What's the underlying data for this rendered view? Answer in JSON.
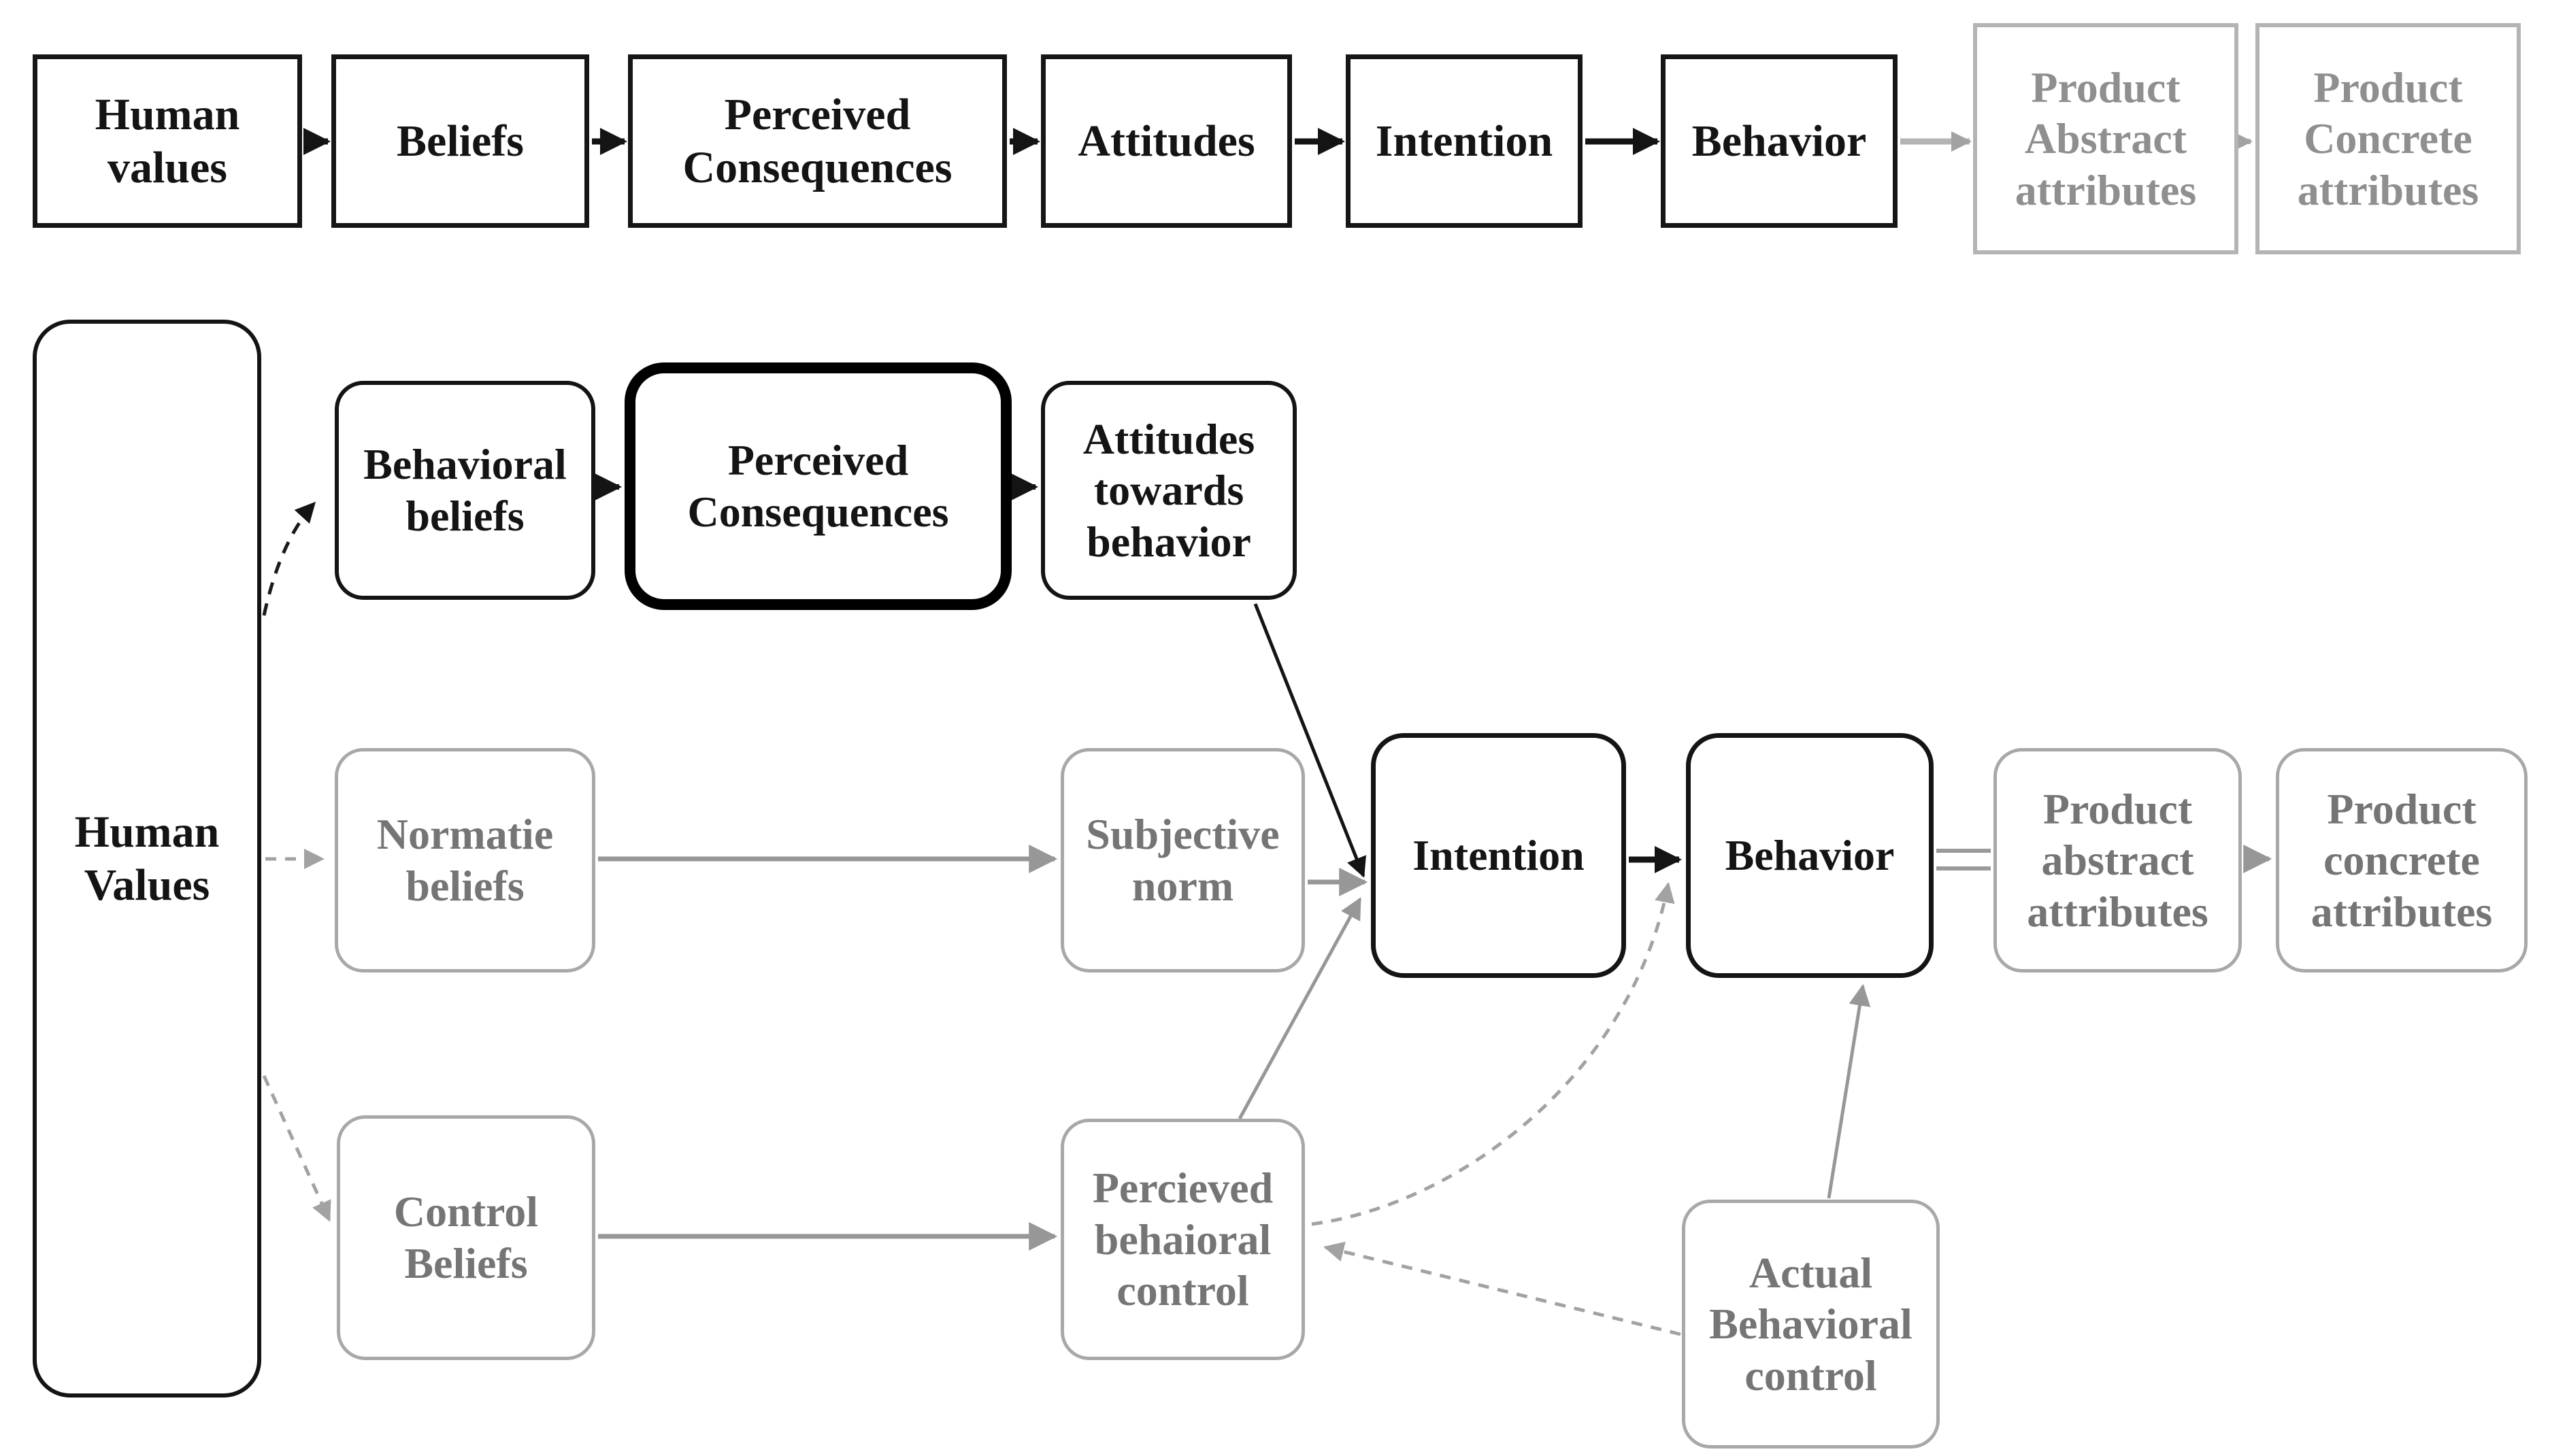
{
  "colors": {
    "black": "#141414",
    "gray_text": "#757575",
    "gray_top_text": "#8f8f8f",
    "gray_border": "#a8a8a8",
    "gray_line": "#979797",
    "gray_dashed": "#a2a2a2"
  },
  "top_row": {
    "boxes": [
      {
        "label": "Human\nvalues"
      },
      {
        "label": "Beliefs"
      },
      {
        "label": "Perceived\nConsequences"
      },
      {
        "label": "Attitudes"
      },
      {
        "label": "Intention"
      },
      {
        "label": "Behavior"
      },
      {
        "label": "Product\nAbstract\nattributes"
      },
      {
        "label": "Product\nConcrete\nattributes"
      }
    ]
  },
  "model": {
    "boxes": [
      {
        "label": "Human\nValues"
      },
      {
        "label": "Behavioral\nbeliefs"
      },
      {
        "label": "Perceived\nConsequences"
      },
      {
        "label": "Attitudes\ntowards\nbehavior"
      },
      {
        "label": "Normatie\nbeliefs"
      },
      {
        "label": "Subjective\nnorm"
      },
      {
        "label": "Intention"
      },
      {
        "label": "Behavior"
      },
      {
        "label": "Product\nabstract\nattributes"
      },
      {
        "label": "Product\nconcrete\nattributes"
      },
      {
        "label": "Control\nBeliefs"
      },
      {
        "label": "Percieved\nbehaioral\ncontrol"
      },
      {
        "label": "Actual\nBehavioral\ncontrol"
      }
    ]
  }
}
